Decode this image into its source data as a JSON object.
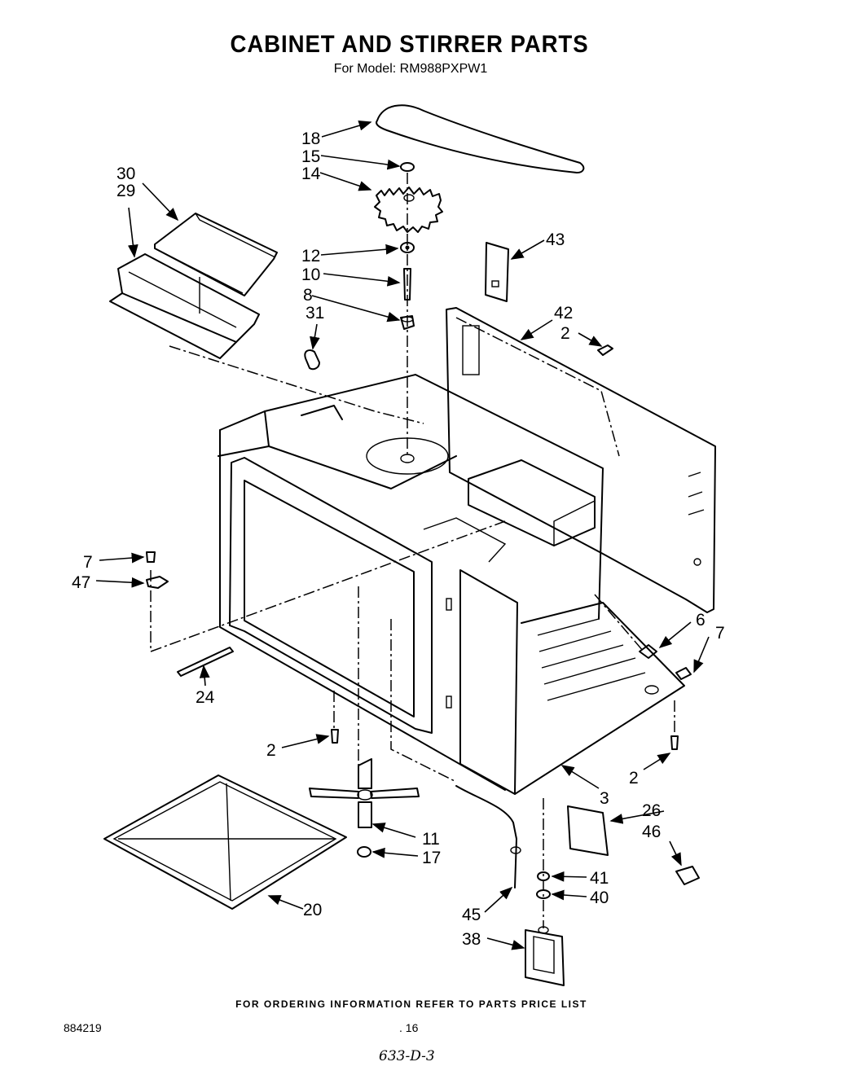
{
  "header": {
    "title": "CABINET AND STIRRER PARTS",
    "subtitle": "For Model: RM988PXPW1"
  },
  "callouts": [
    "18",
    "15",
    "14",
    "30",
    "29",
    "12",
    "10",
    "8",
    "31",
    "43",
    "42",
    "2",
    "7",
    "47",
    "6",
    "7",
    "24",
    "2",
    "2",
    "3",
    "11",
    "17",
    "26",
    "46",
    "20",
    "41",
    "40",
    "45",
    "38"
  ],
  "footer": {
    "ordering_note": "FOR ORDERING INFORMATION REFER TO PARTS PRICE LIST",
    "document_number": "884219",
    "page_number": ". 16",
    "handwritten_code": "633-D-3"
  }
}
